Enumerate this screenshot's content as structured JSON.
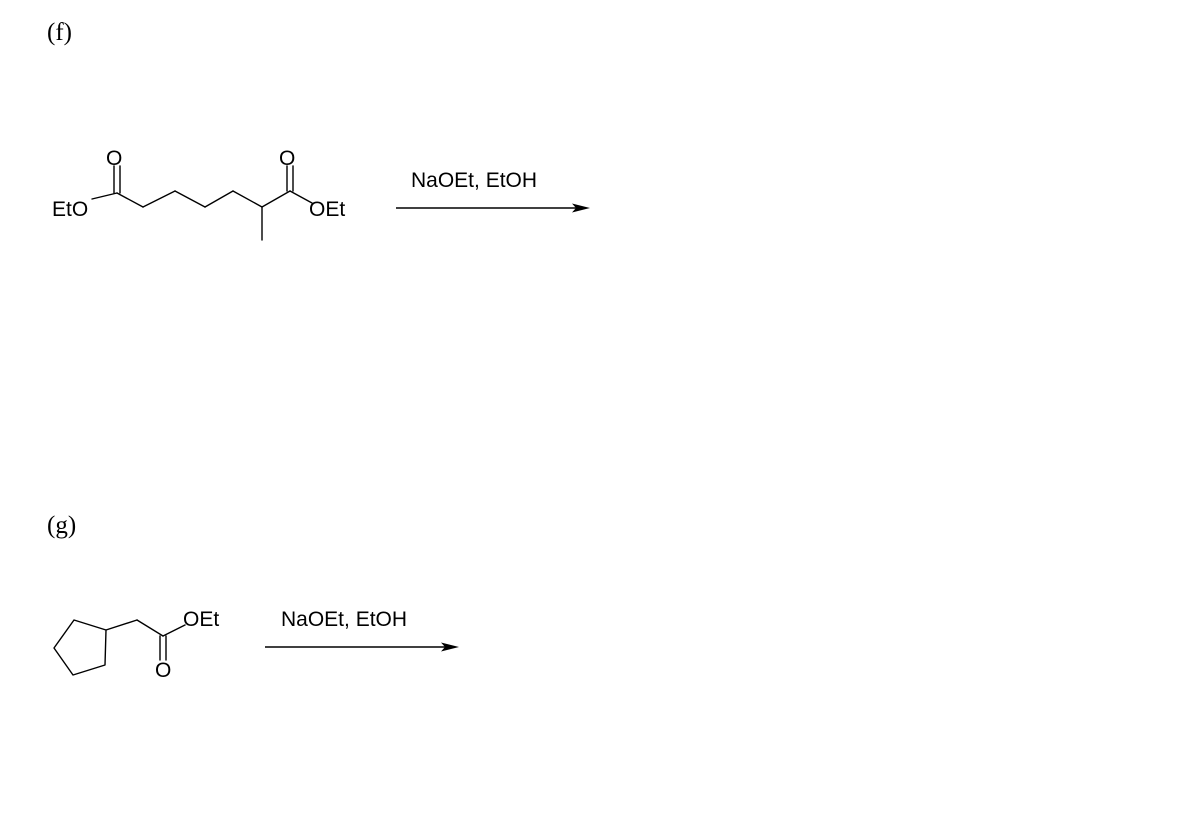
{
  "reactions": [
    {
      "label": "(f)",
      "reagents": "NaOEt, EtOH",
      "substrate": {
        "atoms": {
          "left_ester_o": "EtO",
          "left_carbonyl_o": "O",
          "right_carbonyl_o": "O",
          "right_ester_o": "OEt"
        }
      }
    },
    {
      "label": "(g)",
      "reagents": "NaOEt, EtOH",
      "substrate": {
        "atoms": {
          "ester_o": "OEt",
          "carbonyl_o": "O"
        }
      }
    }
  ]
}
